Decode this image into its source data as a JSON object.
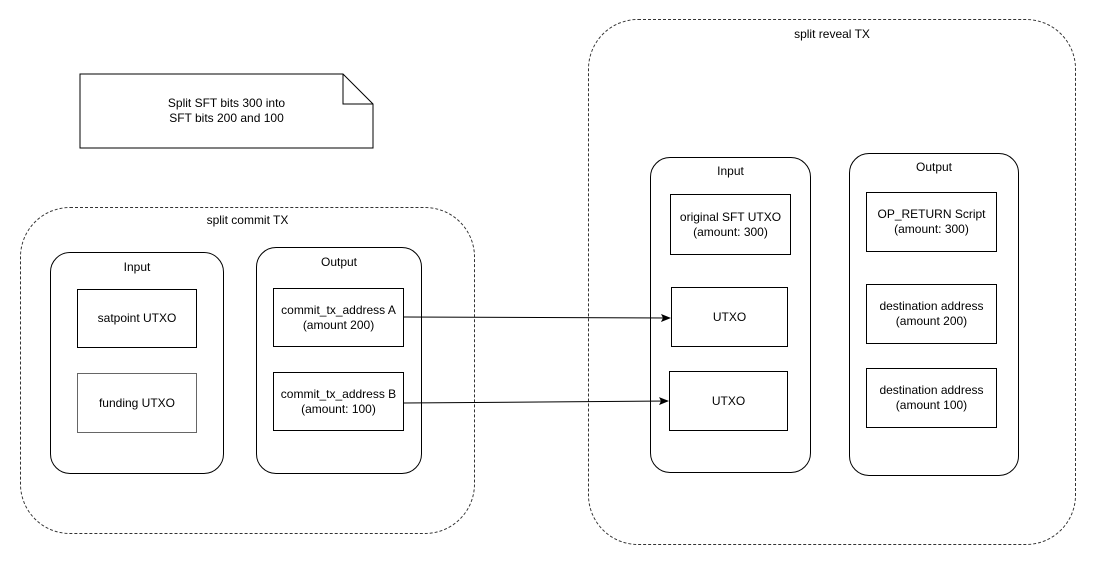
{
  "note": {
    "text": "Split SFT bits 300 into\nSFT bits 200 and 100"
  },
  "commit_tx": {
    "title": "split commit TX",
    "input": {
      "title": "Input",
      "items": [
        "satpoint UTXO",
        "funding UTXO"
      ]
    },
    "output": {
      "title": "Output",
      "items": [
        "commit_tx_address A\n(amount 200)",
        "commit_tx_address B\n(amount: 100)"
      ]
    }
  },
  "reveal_tx": {
    "title": "split reveal TX",
    "input": {
      "title": "Input",
      "items": [
        "original SFT UTXO\n(amount: 300)",
        "UTXO",
        "UTXO"
      ]
    },
    "output": {
      "title": "Output",
      "items": [
        "OP_RETURN Script\n(amount: 300)",
        "destination address\n(amount 200)",
        "destination address\n(amount 100)"
      ]
    }
  },
  "connections": [
    {
      "from": "commit_tx.output.items.0",
      "to": "reveal_tx.input.items.1"
    },
    {
      "from": "commit_tx.output.items.1",
      "to": "reveal_tx.input.items.2"
    }
  ]
}
